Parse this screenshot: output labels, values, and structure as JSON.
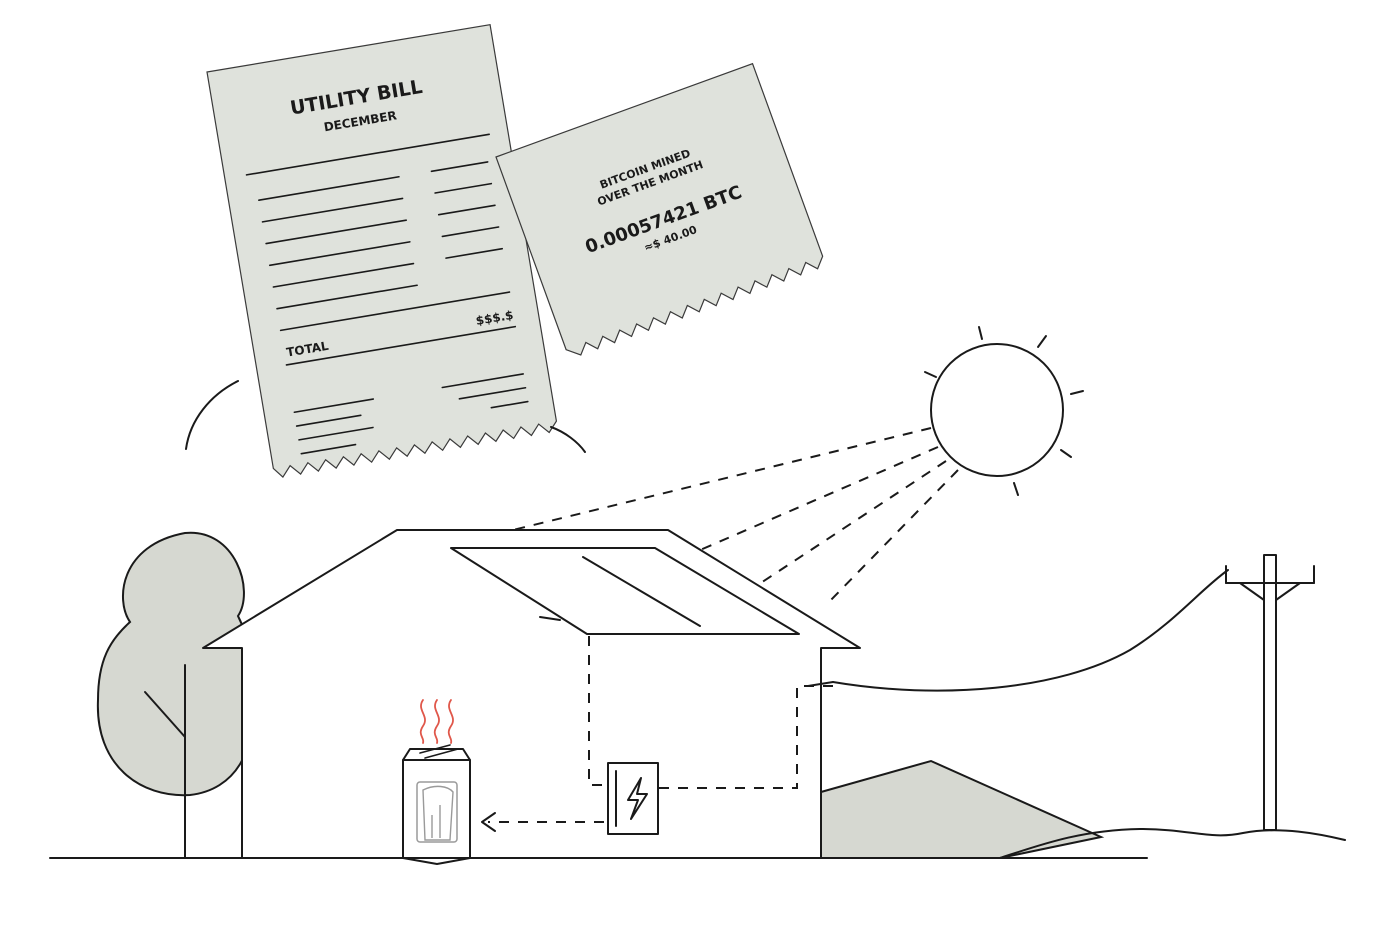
{
  "utility_bill": {
    "title": "UTILITY BILL",
    "month": "DECEMBER",
    "total_label": "TOTAL",
    "total_value": "$$$.$"
  },
  "mining_receipt": {
    "heading_line1": "BITCOIN MINED",
    "heading_line2": "OVER THE MONTH",
    "btc_amount": "0.00057421 BTC",
    "usd_value": "≈$ 40.00"
  },
  "colors": {
    "paper": "#dfe2dc",
    "foliage": "#d6d8d1",
    "ink": "#1a1a1a",
    "heat": "#e0574a"
  },
  "icons": [
    "sun-icon",
    "solar-panel-icon",
    "power-inverter-icon",
    "lightning-bolt-icon",
    "bitcoin-miner-heater-icon",
    "heat-waves-icon",
    "utility-pole-icon",
    "tree-icon"
  ]
}
